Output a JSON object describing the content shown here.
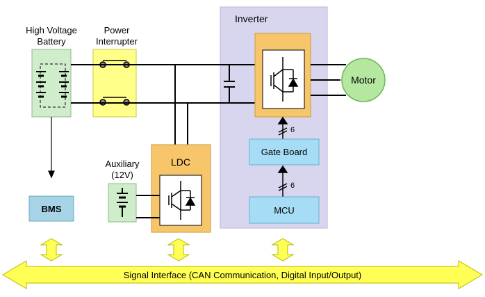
{
  "labels": {
    "battery_line1": "High Voltage",
    "battery_line2": "Battery",
    "interrupter_line1": "Power",
    "interrupter_line2": "Interrupter",
    "inverter": "Inverter",
    "motor": "Motor",
    "gate_board": "Gate Board",
    "mcu": "MCU",
    "ldc": "LDC",
    "aux_line1": "Auxiliary",
    "aux_line2": "(12V)",
    "bms": "BMS",
    "bus_count_top": "6",
    "bus_count_bottom": "6",
    "signal_interface": "Signal Interface (CAN Communication, Digital Input/Output)"
  },
  "colors": {
    "battery_fill": "#cfeccb",
    "interrupter_fill": "#ffff8a",
    "inverter_panel": "#d8d6ee",
    "orange_module": "#f7c56a",
    "light_blue_block": "#a6dcf5",
    "motor_fill": "#b6e7a0",
    "signal_arrow": "#ffff55",
    "bms_fill": "#a6d4e6"
  }
}
